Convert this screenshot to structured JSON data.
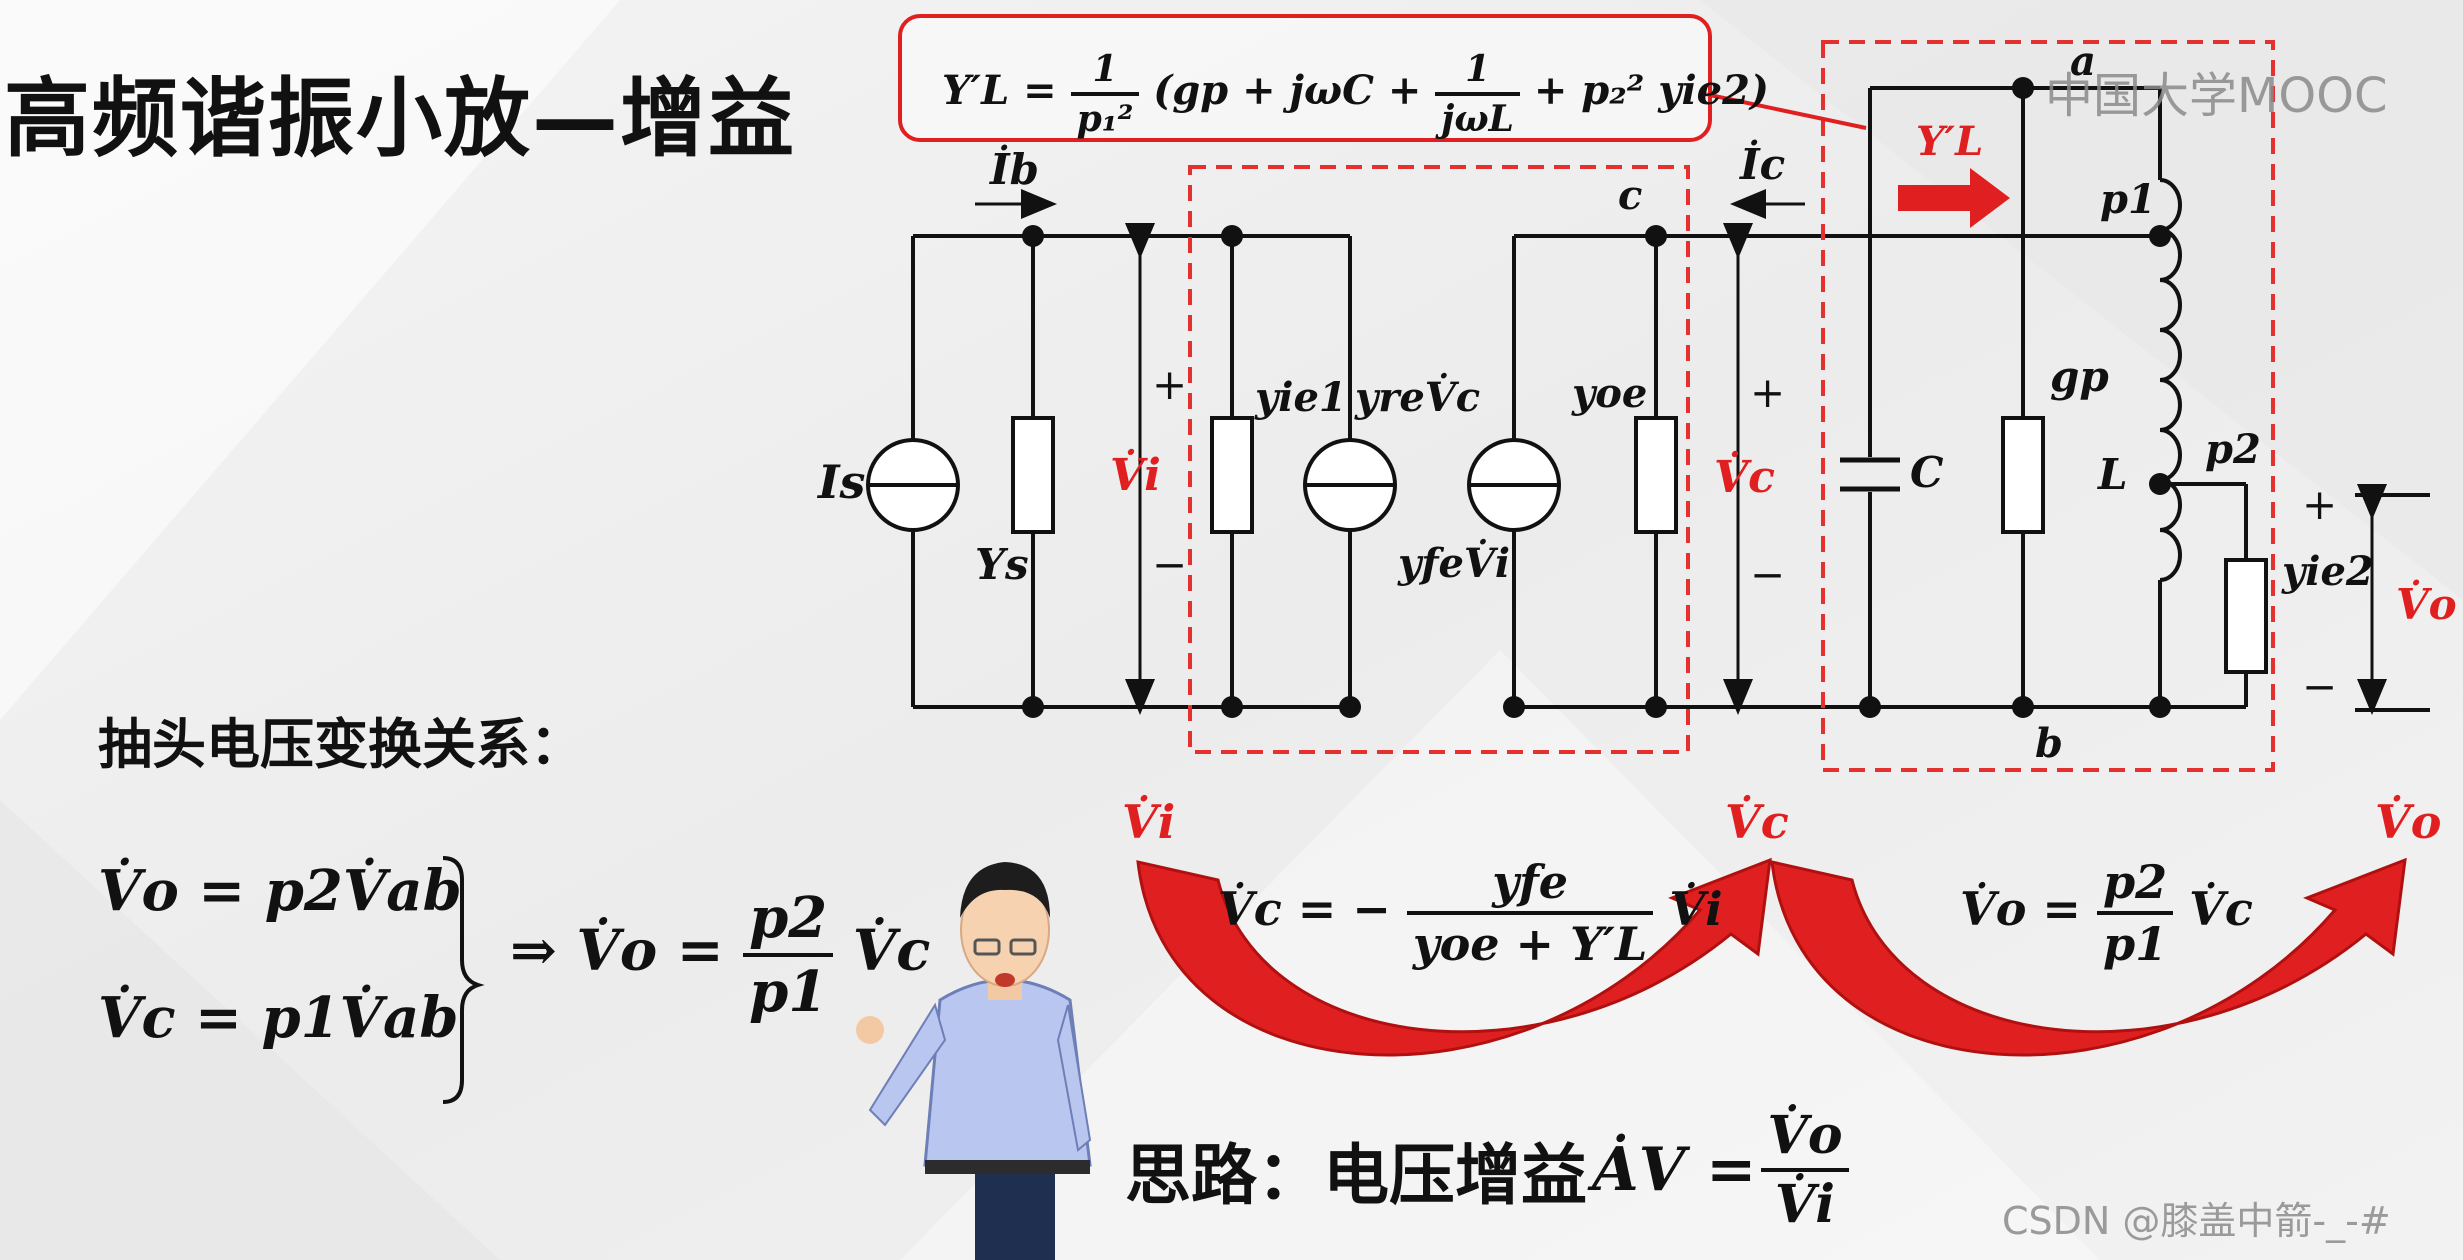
{
  "title": "高频谐振小放—增益",
  "watermark_mooc": "中国大学MOOC",
  "watermark_csdn": "CSDN @膝盖中箭-_-#",
  "yl_formula": {
    "lhs": "Y′L",
    "eq": "=",
    "frac1_num": "1",
    "frac1_den": "p₁²",
    "paren_open": "(gp + jωC +",
    "frac2_num": "1",
    "frac2_den": "jωL",
    "paren_close": "+ p₂² yie2)"
  },
  "circuit_labels": {
    "Ib": "İb",
    "Ic": "İc",
    "Is": "Is",
    "Ys": "Ys",
    "Vi": "V̇i",
    "plus": "+",
    "minus": "−",
    "yie1": "yie1",
    "yreVc": "yreV̇c",
    "yfeVi": "yfeV̇i",
    "yoe": "yoe",
    "c": "c",
    "Vc": "V̇c",
    "YL": "Y′L",
    "a": "a",
    "b": "b",
    "p1": "p1",
    "p2": "p2",
    "C": "C",
    "gp": "gp",
    "L": "L",
    "yie2": "yie2",
    "Vo": "V̇o"
  },
  "tap_section": {
    "heading": "抽头电压变换关系：",
    "eq1": "V̇o = p2V̇ab",
    "eq2": "V̇c = p1V̇ab",
    "implies": "⇒ V̇o =",
    "frac_num": "p2",
    "frac_den": "p1",
    "tail": "V̇c"
  },
  "flow": {
    "Vi": "V̇i",
    "Vc": "V̇c",
    "Vo": "V̇o",
    "eq1_lhs": "V̇c = −",
    "eq1_num": "yfe",
    "eq1_den": "yoe + Y′L",
    "eq1_tail": "V̇i",
    "eq2_lhs": "V̇o =",
    "eq2_num": "p2",
    "eq2_den": "p1",
    "eq2_tail": "V̇c"
  },
  "gain_line": {
    "prefix": "思路：电压增益",
    "av": "ȦV =",
    "num": "V̇o",
    "den": "V̇i"
  },
  "colors": {
    "accent_red": "#e02020",
    "wire": "#111111",
    "dash_red": "#e53030"
  }
}
